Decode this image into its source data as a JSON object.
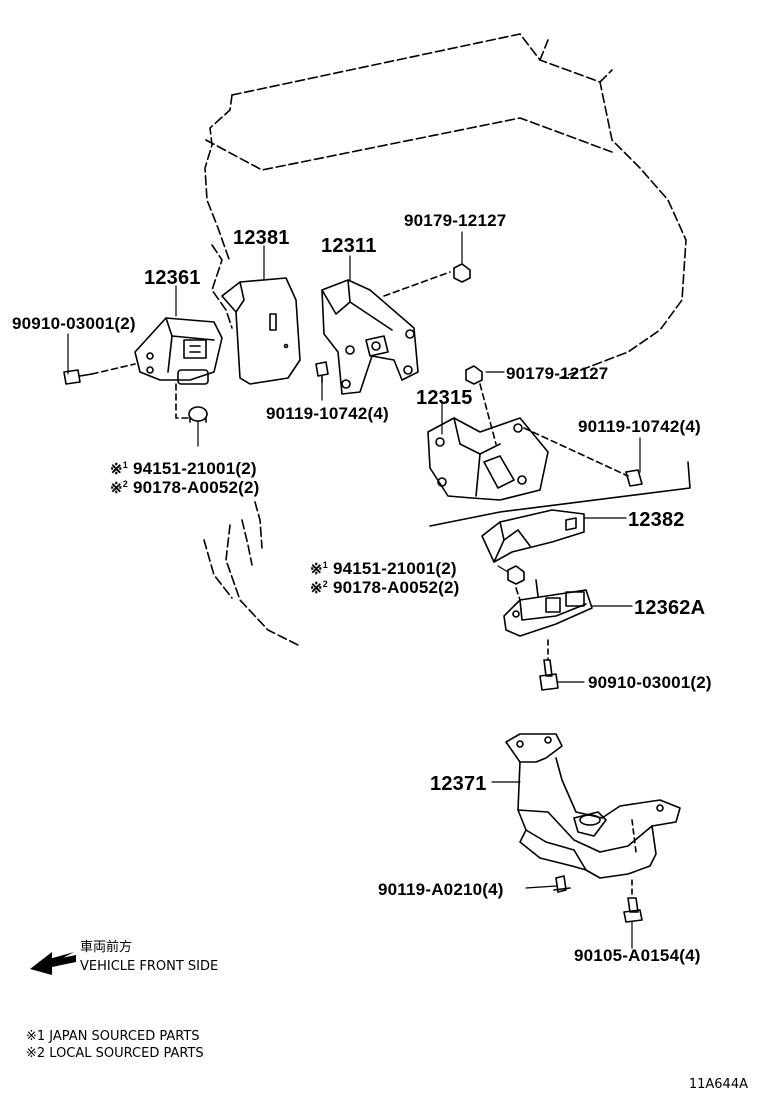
{
  "parts": {
    "p12381": "12381",
    "p12311": "12311",
    "p12361": "12361",
    "p90179_a": "90179-12127",
    "p90910_a": "90910-03001(2)",
    "p90119_a": "90119-10742(4)",
    "p90179_b": "90179-12127",
    "p12315": "12315",
    "p90119_b": "90119-10742(4)",
    "p94151_a": "94151-21001(2)",
    "p90178_a": "90178-A0052(2)",
    "p12382": "12382",
    "p94151_b": "94151-21001(2)",
    "p90178_b": "90178-A0052(2)",
    "p12362A": "12362A",
    "p90910_b": "90910-03001(2)",
    "p12371": "12371",
    "p90119_c": "90119-A0210(4)",
    "p90105": "90105-A0154(4)"
  },
  "marks": {
    "m1": "※",
    "m1_num": "1",
    "m2": "※",
    "m2_num": "2"
  },
  "direction": {
    "japanese": "車両前方",
    "english": "VEHICLE FRONT SIDE"
  },
  "legend": {
    "note1": "※1 JAPAN SOURCED PARTS",
    "note2": "※2 LOCAL SOURCED PARTS"
  },
  "diagram_code": "11A644A"
}
